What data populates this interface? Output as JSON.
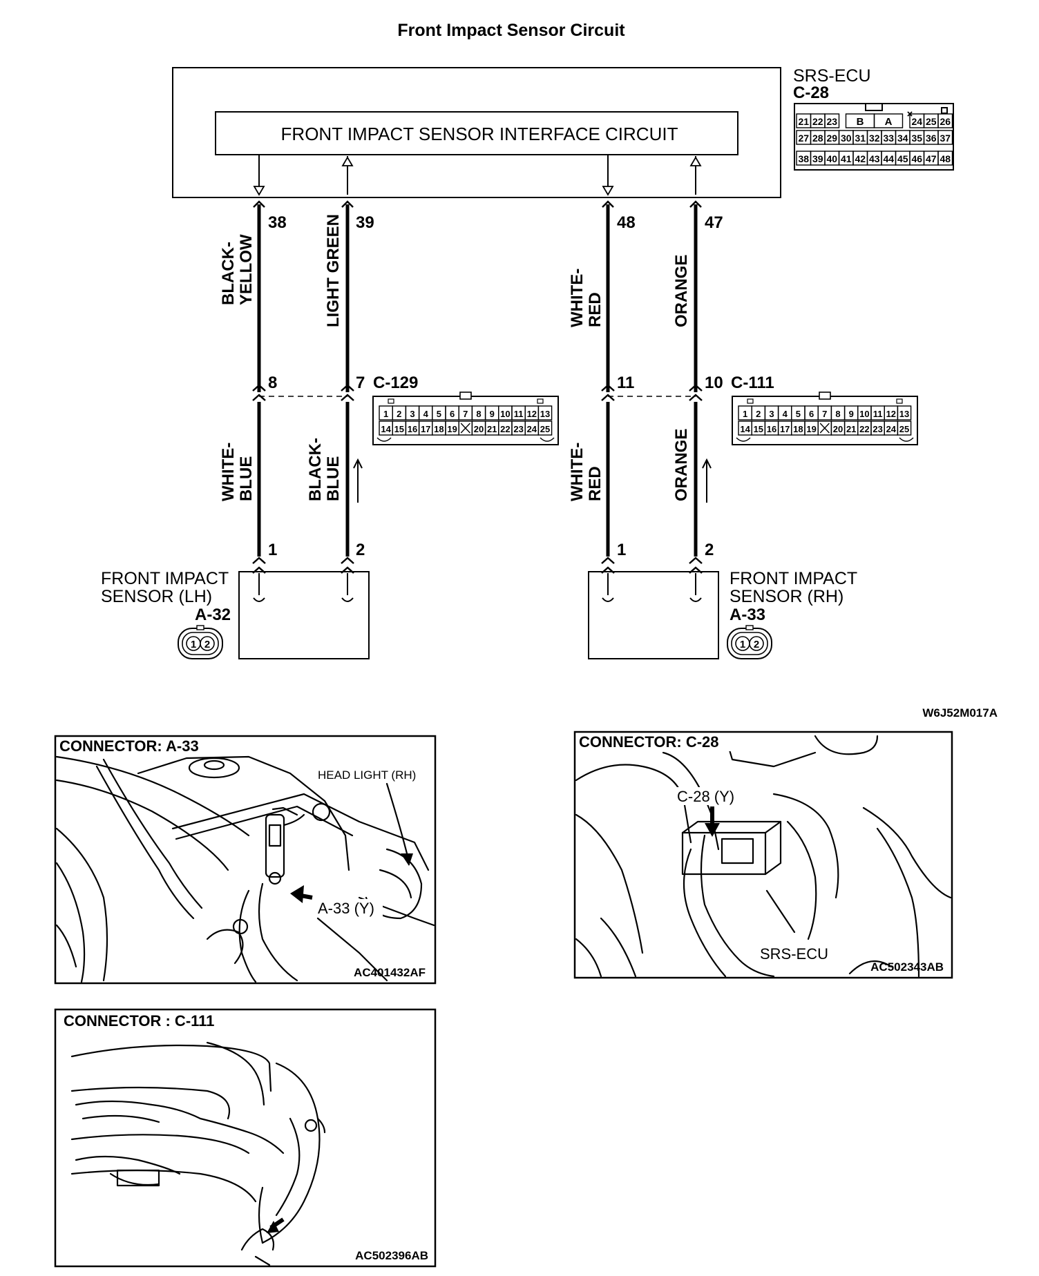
{
  "title": "Front Impact Sensor Circuit",
  "interface_box": "FRONT IMPACT SENSOR INTERFACE CIRCUIT",
  "srs_ecu": {
    "name": "SRS-ECU",
    "code": "C-28"
  },
  "ecu_pins": {
    "left1": "38",
    "left2": "39",
    "right1": "48",
    "right2": "47"
  },
  "upper_wires": {
    "left1": [
      "BLACK-",
      "YELLOW"
    ],
    "left2": [
      "LIGHT GREEN"
    ],
    "right1": [
      "WHITE-",
      "RED"
    ],
    "right2": [
      "ORANGE"
    ]
  },
  "mid_connectors": {
    "left": {
      "code": "C-129",
      "pin_a": "8",
      "pin_b": "7"
    },
    "right": {
      "code": "C-111",
      "pin_a": "11",
      "pin_b": "10"
    }
  },
  "lower_wires": {
    "left1": [
      "WHITE-",
      "BLUE"
    ],
    "left2": [
      "BLACK-",
      "BLUE"
    ],
    "right1": [
      "WHITE-",
      "RED"
    ],
    "right2": [
      "ORANGE"
    ]
  },
  "sensor_pins": {
    "p1": "1",
    "p2": "2"
  },
  "sensors": {
    "lh": {
      "line1": "FRONT IMPACT",
      "line2": "SENSOR (LH)",
      "code": "A-32"
    },
    "rh": {
      "line1": "FRONT IMPACT",
      "line2": "SENSOR (RH)",
      "code": "A-33"
    }
  },
  "connector_pins": {
    "c28_row1_left": [
      "21",
      "22",
      "23"
    ],
    "c28_row1_mid": [
      "B",
      "A"
    ],
    "c28_row1_right": [
      "24",
      "25",
      "26"
    ],
    "c28_row2": [
      "27",
      "28",
      "29",
      "30",
      "31",
      "32",
      "33",
      "34",
      "35",
      "36",
      "37"
    ],
    "c28_row3": [
      "38",
      "39",
      "40",
      "41",
      "42",
      "43",
      "44",
      "45",
      "46",
      "47",
      "48"
    ],
    "mid_row1": [
      "1",
      "2",
      "3",
      "4",
      "5",
      "6",
      "7",
      "8",
      "9",
      "10",
      "11",
      "12",
      "13"
    ],
    "mid_row2": [
      "14",
      "15",
      "16",
      "17",
      "18",
      "19",
      "",
      "20",
      "21",
      "22",
      "23",
      "24",
      "25"
    ],
    "sensor": [
      "1",
      "2"
    ]
  },
  "diagram_code": "W6J52M017A",
  "panels": {
    "a33": {
      "title": "CONNECTOR: A-33",
      "label_headlight": "HEAD LIGHT (RH)",
      "label_conn": "A-33 (Y)",
      "code": "AC401432AF"
    },
    "c28": {
      "title": "CONNECTOR: C-28",
      "label_conn": "C-28 (Y)",
      "label_ecu": "SRS-ECU",
      "code": "AC502343AB"
    },
    "c111": {
      "title": "CONNECTOR : C-111",
      "code": "AC502396AB"
    }
  }
}
